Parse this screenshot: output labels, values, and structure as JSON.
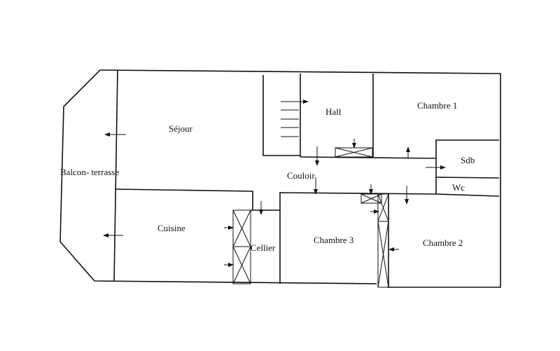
{
  "plan": {
    "rooms": {
      "sejour": "Séjour",
      "hall": "Hall",
      "chambre1": "Chambre 1",
      "sdb": "Sdb",
      "couloir": "Couloir",
      "wc": "Wc",
      "balcon": "Balcon- terrasse",
      "cuisine": "Cuisine",
      "cellier": "Cellier",
      "chambre3": "Chambre 3",
      "chambre2": "Chambre 2"
    },
    "colors": {
      "ink": "#111111",
      "background": "#ffffff"
    }
  }
}
